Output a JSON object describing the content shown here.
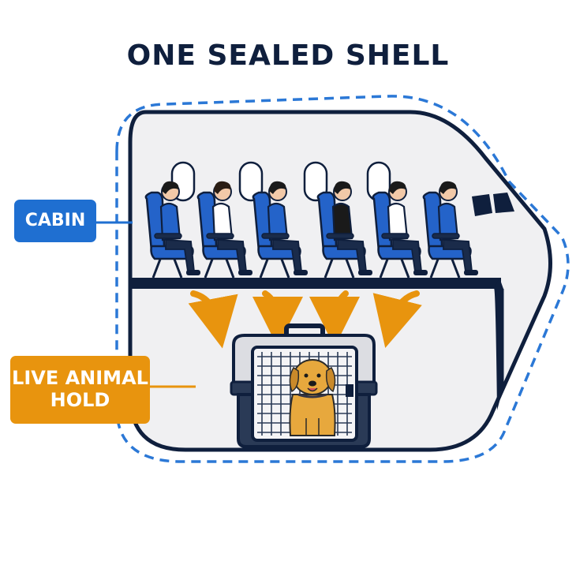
{
  "title": "ONE SEALED SHELL",
  "labels": {
    "cabin": "CABIN",
    "hold": "LIVE ANIMAL\nHOLD"
  },
  "colors": {
    "navy": "#0f1f3d",
    "cabin_blue": "#1f6fd1",
    "seat_blue": "#2463c9",
    "hold_orange": "#e8940e",
    "fuselage_fill": "#f0f0f2",
    "dog": "#e7a83d"
  },
  "icons": {
    "passengers": "seated-passenger-icon",
    "arrows": "down-arrow-icon",
    "crate": "pet-crate-icon",
    "dog": "dog-icon"
  }
}
